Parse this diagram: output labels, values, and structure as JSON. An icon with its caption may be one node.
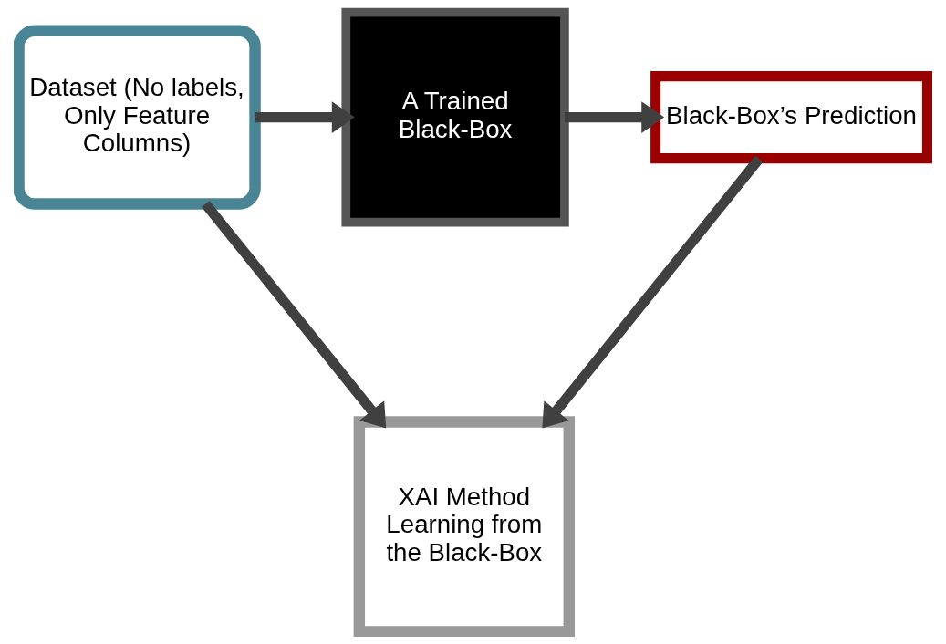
{
  "diagram": {
    "nodes": [
      {
        "text": [
          "Dataset (No labels, Only Feature Columns)"
        ]
      },
      {
        "text": [
          "A Trained Black-Box"
        ]
      },
      {
        "text": [
          "Black-Box’s Prediction"
        ]
      },
      {
        "text": [
          "XAI Method Learning from the Black-Box"
        ]
      }
    ],
    "edges": [
      {
        "from": 0,
        "to": 1,
        "arrow": "to"
      },
      {
        "from": 1,
        "to": 2,
        "arrow": "to"
      },
      {
        "from": 0,
        "to": 3,
        "arrow": "to"
      },
      {
        "from": 2,
        "to": 3,
        "arrow": "to"
      }
    ]
  }
}
